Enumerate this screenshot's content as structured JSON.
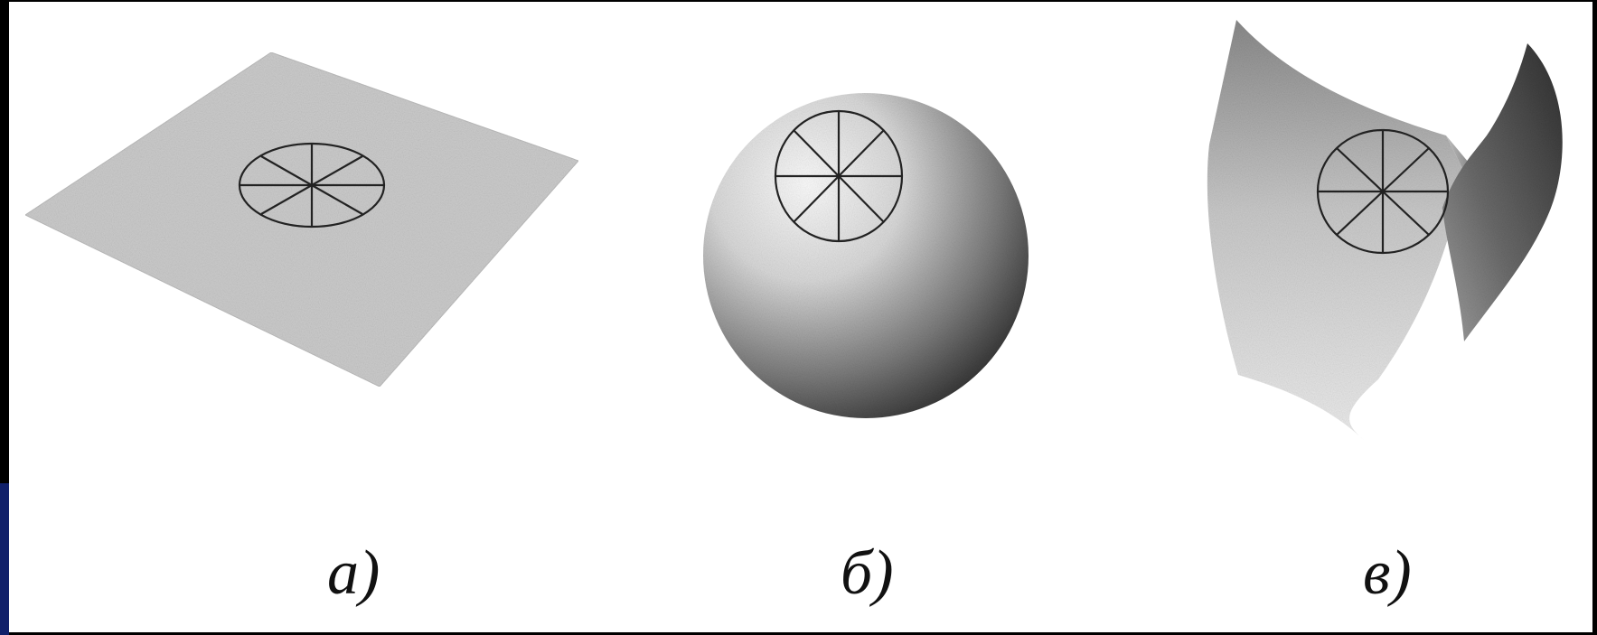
{
  "panels": [
    {
      "id": "a",
      "caption": "а)",
      "surface": "plane"
    },
    {
      "id": "b",
      "caption": "б)",
      "surface": "sphere"
    },
    {
      "id": "v",
      "caption": "в)",
      "surface": "saddle"
    }
  ],
  "colors": {
    "background": "#000000",
    "canvas": "#ffffff",
    "ink": "#111111",
    "plane": "#c9c9c9",
    "sphere_light": "#f4f4f4",
    "sphere_dark": "#2a2a2a",
    "saddle_dark": "#3a3a3a",
    "edge_accent": "#10206a"
  }
}
